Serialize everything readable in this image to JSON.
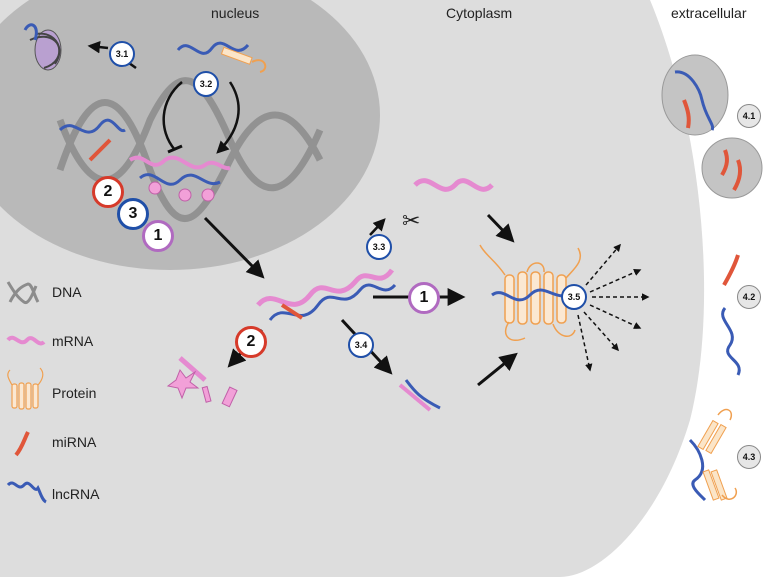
{
  "headers": {
    "nucleus": "nucleus",
    "cytoplasm": "Cytoplasm",
    "extracellular": "extracellular"
  },
  "legend": [
    {
      "icon": "dna-icon",
      "label": "DNA"
    },
    {
      "icon": "mrna-icon",
      "label": "mRNA"
    },
    {
      "icon": "protein-icon",
      "label": "Protein"
    },
    {
      "icon": "mirna-icon",
      "label": "miRNA"
    },
    {
      "icon": "lncrna-icon",
      "label": "lncRNA"
    }
  ],
  "badges": {
    "b31": "3.1",
    "b32": "3.2",
    "b33": "3.3",
    "b34": "3.4",
    "b35": "3.5",
    "b41": "4.1",
    "b42": "4.2",
    "b43": "4.3",
    "n2_nucleus": "2",
    "n3_nucleus": "3",
    "n1_nucleus": "1",
    "n1_cyto": "1",
    "n2_cyto": "2"
  },
  "colors": {
    "lncrna": "#3a5bb5",
    "mirna": "#e0563a",
    "mrna": "#e58ad0",
    "protein": "#f0a050",
    "dna": "#8a8a8a",
    "cell": "#dcdcdc",
    "nucleus": "#b8b8b8"
  }
}
